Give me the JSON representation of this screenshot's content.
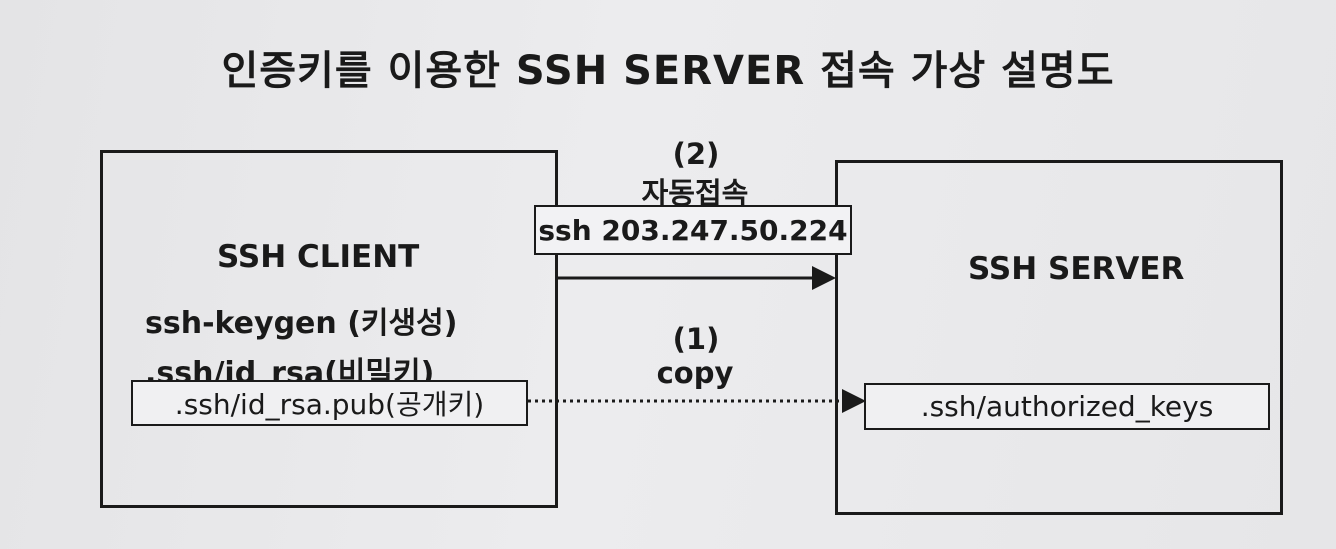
{
  "title": "인증키를 이용한 SSH SERVER 접속 가상 설명도",
  "client": {
    "title": "SSH CLIENT",
    "keygen": "ssh-keygen (키생성)",
    "private_key": ".ssh/id_rsa(비밀키)",
    "public_key": ".ssh/id_rsa.pub(공개키)"
  },
  "server": {
    "title": "SSH SERVER",
    "authorized_keys": ".ssh/authorized_keys"
  },
  "connection": {
    "step": "(2)",
    "label": "자동접속",
    "command": "ssh 203.247.50.224"
  },
  "copy": {
    "step": "(1)",
    "label": "copy"
  }
}
